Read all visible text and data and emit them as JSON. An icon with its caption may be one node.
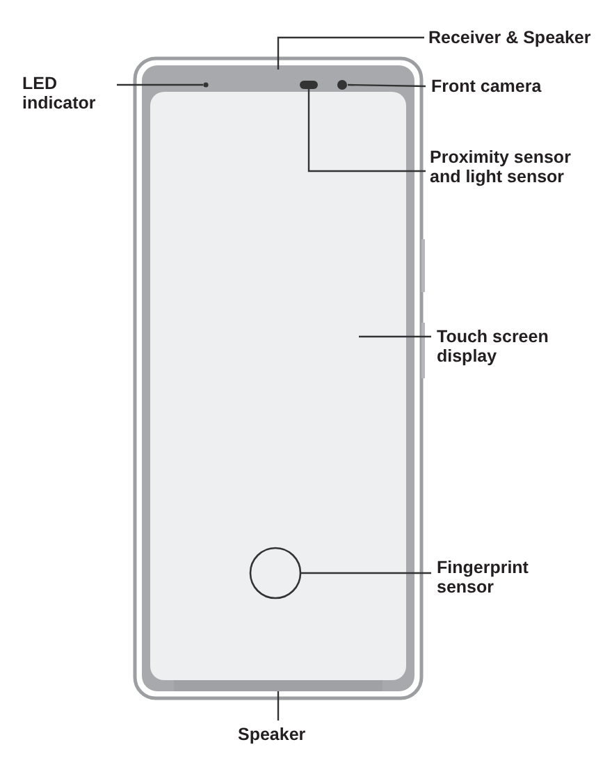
{
  "diagram": {
    "nodes": [
      {
        "text": [
          "LED indicator"
        ]
      },
      {
        "text": [],
        "shape": "circle"
      },
      {
        "text": [
          "Receiver & Speaker"
        ]
      },
      {
        "text": [
          "Front camera"
        ]
      },
      {
        "text": [],
        "shape": "circle"
      },
      {
        "text": [
          "Proximity sensor and light sensor"
        ]
      },
      {
        "text": [],
        "shape": "bar"
      },
      {
        "text": [
          "Touch screen display"
        ]
      },
      {
        "text": [],
        "shape": "box"
      },
      {
        "text": [],
        "shape": "circle",
        "in": 8
      },
      {
        "text": [
          "Fingerprint sensor"
        ]
      },
      {
        "text": [
          "Speaker"
        ]
      },
      {
        "text": [],
        "shape": "bar"
      }
    ],
    "edges": [
      {
        "from": 0,
        "to": 1,
        "arrow": "none"
      },
      {
        "from": 2,
        "to": null,
        "arrow": "none"
      },
      {
        "from": 3,
        "to": 4,
        "arrow": "none"
      },
      {
        "from": 5,
        "to": 6,
        "arrow": "none"
      },
      {
        "from": 7,
        "to": 8,
        "arrow": "none"
      },
      {
        "from": 10,
        "to": 9,
        "arrow": "none"
      },
      {
        "from": 11,
        "to": 12,
        "arrow": "none"
      }
    ]
  }
}
